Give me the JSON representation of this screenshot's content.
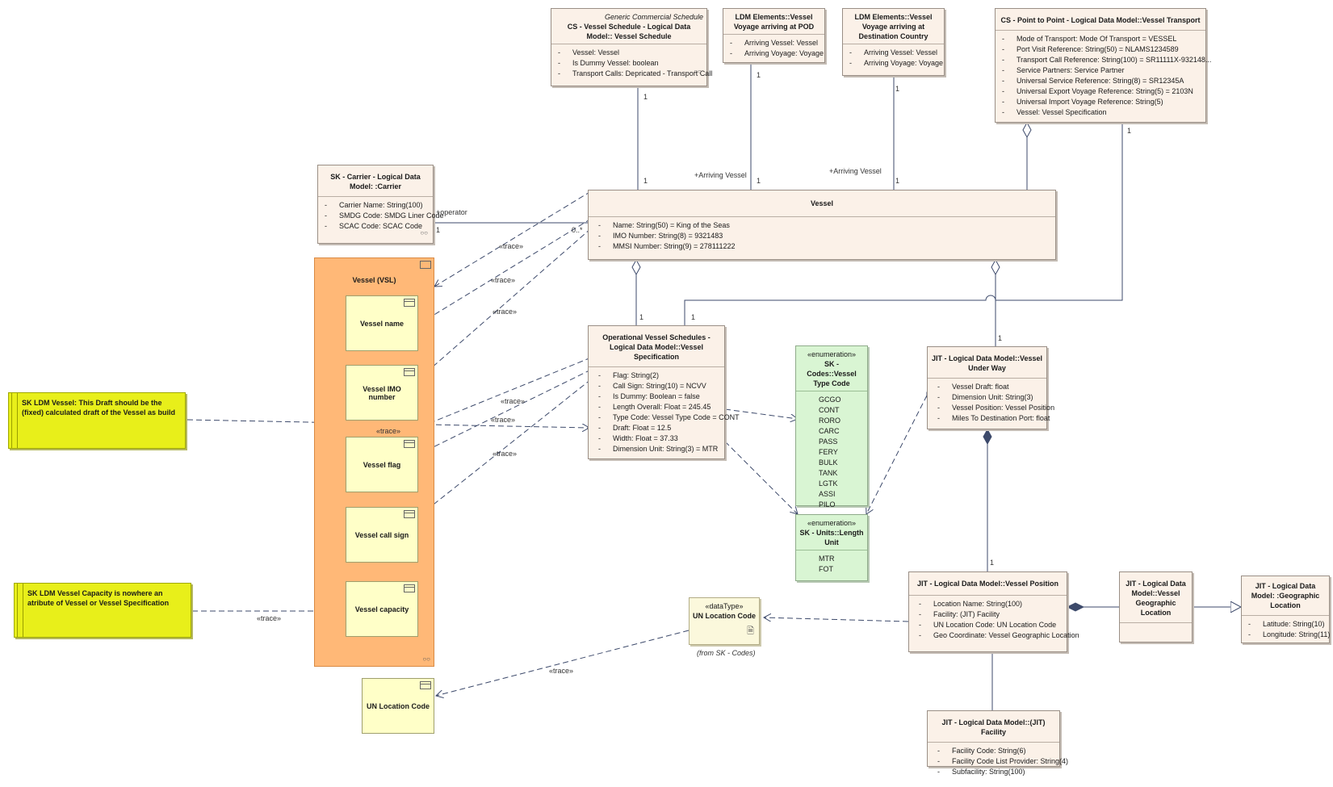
{
  "classes": {
    "vessel_schedule": {
      "tag": "Generic Commercial Schedule",
      "title": "CS - Vessel Schedule - Logical Data Model:: Vessel Schedule",
      "attrs": [
        "Vessel: Vessel",
        "Is Dummy Vessel: boolean",
        "Transport Calls: Depricated - Transport Call"
      ]
    },
    "ldm_pod": {
      "title": "LDM Elements::Vessel Voyage arriving at POD",
      "attrs": [
        "Arriving Vessel: Vessel",
        "Arriving Voyage: Voyage"
      ]
    },
    "ldm_dest": {
      "title": "LDM Elements::Vessel Voyage arriving at Destination Country",
      "attrs": [
        "Arriving Vessel: Vessel",
        "Arriving Voyage: Voyage"
      ]
    },
    "p2p_transport": {
      "title": "CS - Point to Point - Logical Data Model::Vessel Transport",
      "attrs": [
        "Mode of Transport: Mode Of Transport = VESSEL",
        "Port Visit Reference: String(50) = NLAMS1234589",
        "Transport Call Reference: String(100) = SR11111X-932148...",
        "Service Partners: Service Partner",
        "Universal Service Reference: String(8) = SR12345A",
        "Universal Export Voyage Reference: String(5) = 2103N",
        "Universal Import Voyage Reference: String(5)",
        "Vessel: Vessel Specification"
      ]
    },
    "carrier": {
      "title": "SK - Carrier - Logical Data Model: :Carrier",
      "attrs": [
        "Carrier Name: String(100)",
        "SMDG Code: SMDG Liner Code",
        "SCAC Code: SCAC Code"
      ]
    },
    "vessel": {
      "title": "Vessel",
      "attrs": [
        "Name: String(50) = King of the Seas",
        "IMO Number: String(8) = 9321483",
        "MMSI Number: String(9) = 278111222"
      ]
    },
    "vessel_spec": {
      "title": "Operational Vessel Schedules - Logical Data Model::Vessel Specification",
      "attrs": [
        "Flag: String(2)",
        "Call Sign: String(10) = NCVV",
        "Is Dummy: Boolean = false",
        "Length Overall: Float = 245.45",
        "Type Code: Vessel Type Code = CONT",
        "Draft: Float = 12.5",
        "Width: Float = 37.33",
        "Dimension Unit: String(3) = MTR"
      ]
    },
    "under_way": {
      "title": "JIT - Logical Data Model::Vessel Under Way",
      "attrs": [
        "Vessel Draft: float",
        "Dimension Unit: String(3)",
        "Vessel Position: Vessel Position",
        "Miles To Destination Port: float"
      ]
    },
    "vessel_position": {
      "title": "JIT - Logical Data Model::Vessel Position",
      "attrs": [
        "Location Name: String(100)",
        "Facility: (JIT) Facility",
        "UN Location Code: UN Location Code",
        "Geo Coordinate: Vessel Geographic Location"
      ]
    },
    "vessel_geo": {
      "title": "JIT - Logical Data Model::Vessel Geographic Location",
      "attrs": []
    },
    "geo_location": {
      "title": "JIT - Logical Data Model: :Geographic Location",
      "attrs": [
        "Latitude: String(10)",
        "Longitude: String(11)"
      ]
    },
    "facility": {
      "title": "JIT - Logical Data Model::(JIT) Facility",
      "attrs": [
        "Facility Code: String(6)",
        "Facility Code List Provider: String(4)",
        "Subfacility: String(100)"
      ]
    }
  },
  "enums": {
    "vessel_type_code": {
      "stereo": "«enumeration»",
      "title": "SK - Codes::Vessel Type Code",
      "values": [
        "GCGO",
        "CONT",
        "RORO",
        "CARC",
        "PASS",
        "FERY",
        "BULK",
        "TANK",
        "LGTK",
        "ASSI",
        "PILO"
      ]
    },
    "length_unit": {
      "stereo": "«enumeration»",
      "title": "SK - Units::Length Unit",
      "values": [
        "MTR",
        "FOT"
      ]
    }
  },
  "datatype": {
    "stereo": "«dataType»",
    "title": "UN Location Code",
    "from": "(from SK - Codes)"
  },
  "package": {
    "title": "Vessel (VSL)",
    "components": [
      "Vessel name",
      "Vessel IMO number",
      "Vessel flag",
      "Vessel call sign",
      "Vessel capacity"
    ]
  },
  "un_component": "UN Location Code",
  "notes": {
    "draft_note": "SK LDM Vessel: This Draft should be the (fixed) calculated draft of the Vessel as build",
    "capacity_note": "SK LDM Vessel Capacity is nowhere an atribute of Vessel or Vessel Specification"
  },
  "labels": {
    "trace": "«trace»",
    "operator": "+operator",
    "arriving_vessel": "+Arriving Vessel",
    "one": "1",
    "zero_many": "0..*"
  },
  "colors": {
    "class_fill": "#fbf1e8",
    "enum_fill": "#d9f5d3",
    "package_fill": "#ffb877",
    "component_fill": "#ffffc8",
    "note_fill": "#e8ef1a",
    "line": "#3d4a6b"
  }
}
